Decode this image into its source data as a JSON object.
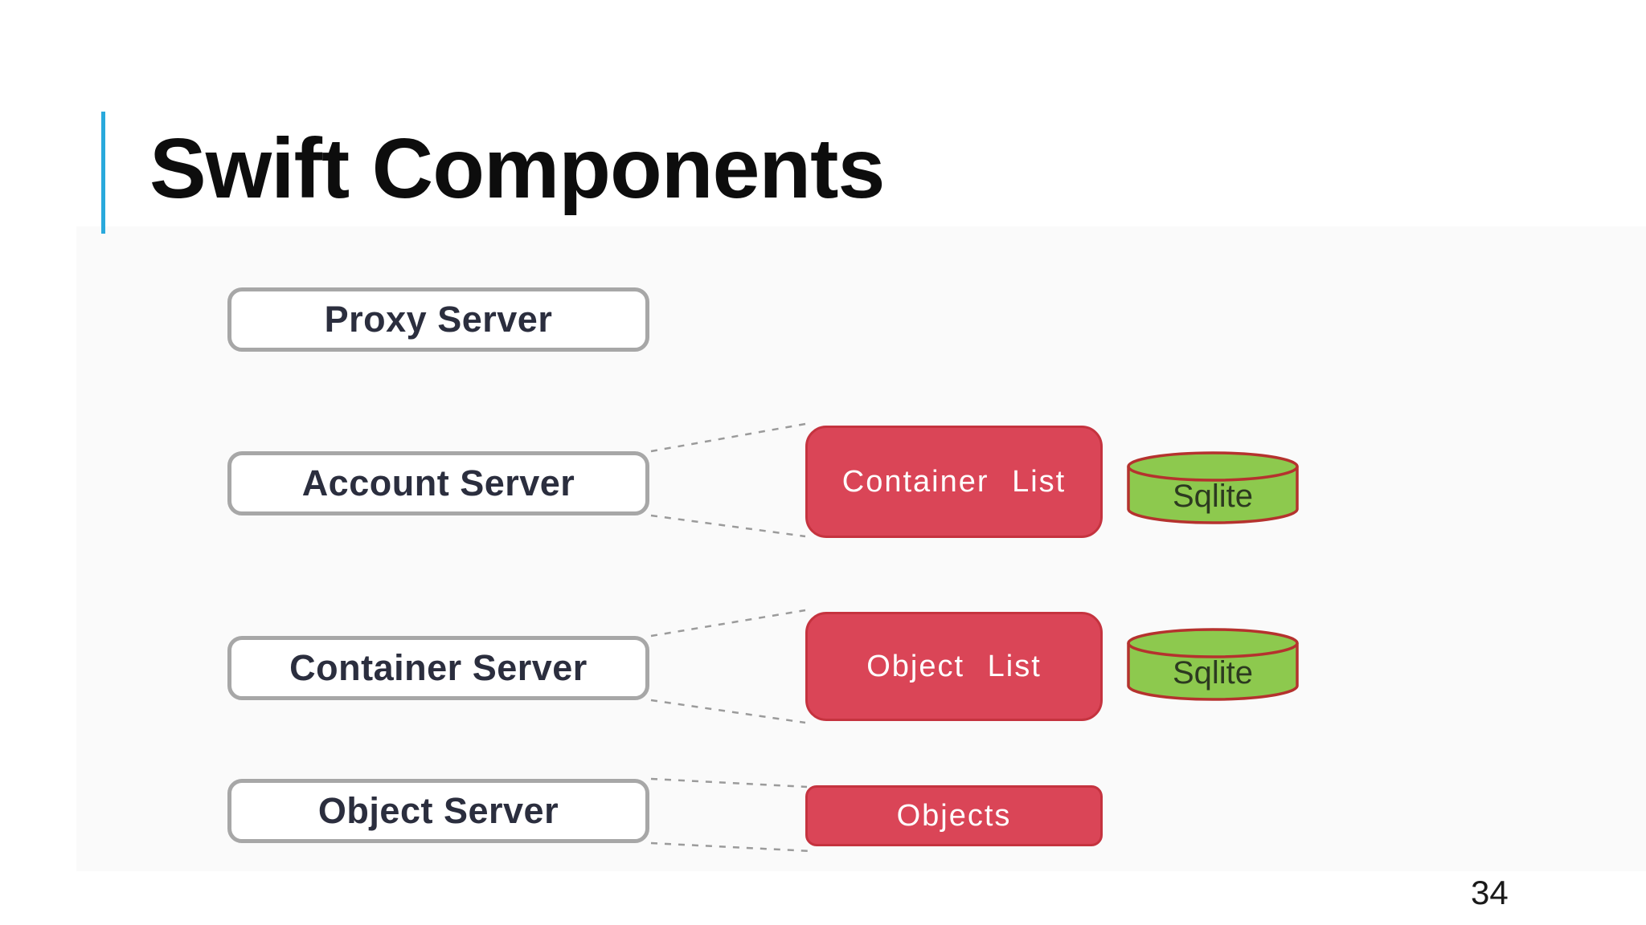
{
  "slide": {
    "title": "Swift Components",
    "page_number": "34",
    "accent_color": "#29A9DC",
    "background_color": "#FFFFFF"
  },
  "diagram": {
    "servers": [
      {
        "label": "Proxy Server"
      },
      {
        "label": "Account Server"
      },
      {
        "label": "Container Server"
      },
      {
        "label": "Object Server"
      }
    ],
    "stores": [
      {
        "label": "Container List"
      },
      {
        "label": "Object List"
      },
      {
        "label": "Objects"
      }
    ],
    "databases": [
      {
        "label": "Sqlite"
      },
      {
        "label": "Sqlite"
      }
    ],
    "connections": [
      {
        "from": "Account Server",
        "to": "Container List",
        "style": "dashed"
      },
      {
        "from": "Container Server",
        "to": "Object List",
        "style": "dashed"
      },
      {
        "from": "Object Server",
        "to": "Objects",
        "style": "dashed"
      }
    ],
    "colors": {
      "server_border": "#A7A7A7",
      "server_text": "#2B2E3E",
      "store_fill": "#DA4557",
      "store_border": "#C5333F",
      "store_text": "#FFFFFF",
      "db_fill": "#8DC94E",
      "db_border": "#B5322E",
      "db_text": "#2C3A20",
      "connector": "#9B9B9B"
    }
  }
}
